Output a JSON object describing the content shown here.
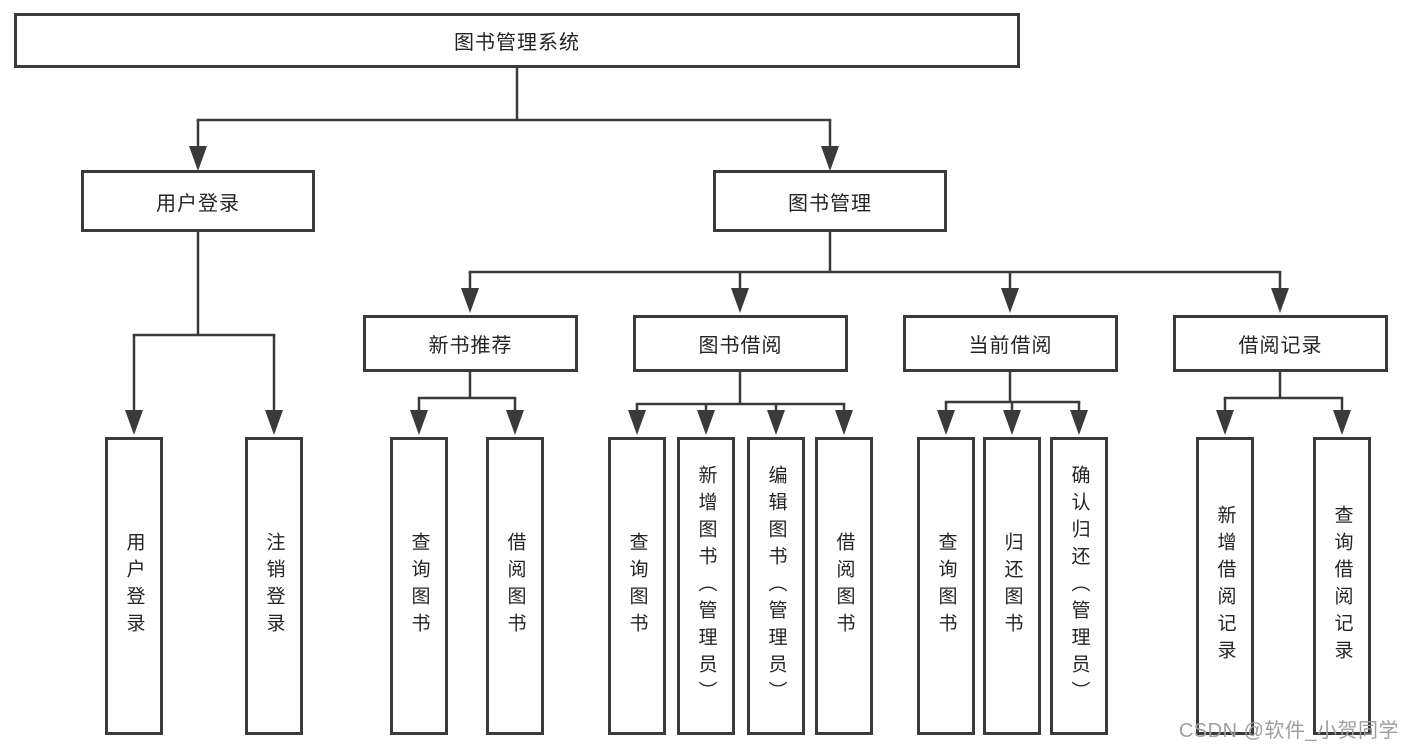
{
  "diagram": {
    "title": "图书管理系统",
    "branches": [
      {
        "label": "用户登录",
        "children": [
          {
            "label": "用户登录"
          },
          {
            "label": "注销登录"
          }
        ]
      },
      {
        "label": "图书管理",
        "children": [
          {
            "label": "新书推荐",
            "children": [
              {
                "label": "查询图书"
              },
              {
                "label": "借阅图书"
              }
            ]
          },
          {
            "label": "图书借阅",
            "children": [
              {
                "label": "查询图书"
              },
              {
                "label": "新增图书（管理员）"
              },
              {
                "label": "编辑图书（管理员）"
              },
              {
                "label": "借阅图书"
              }
            ]
          },
          {
            "label": "当前借阅",
            "children": [
              {
                "label": "查询图书"
              },
              {
                "label": "归还图书"
              },
              {
                "label": "确认归还（管理员）"
              }
            ]
          },
          {
            "label": "借阅记录",
            "children": [
              {
                "label": "新增借阅记录"
              },
              {
                "label": "查询借阅记录"
              }
            ]
          }
        ]
      }
    ]
  },
  "watermark": "CSDN @软件_小贺同学",
  "colors": {
    "line": "#3a3a3a",
    "box_border": "#3a3a3a",
    "text": "#242424",
    "watermark": "#9e9e9e",
    "background": "#ffffff"
  }
}
